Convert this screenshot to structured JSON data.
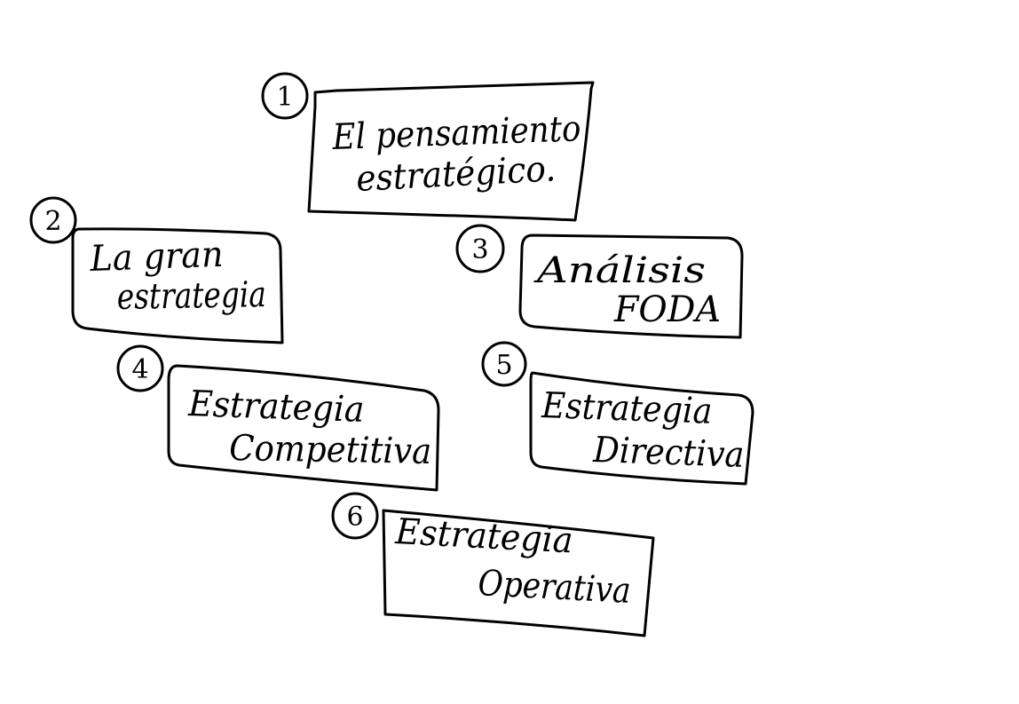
{
  "diagram": {
    "stroke_color": "#000000",
    "background_color": "#ffffff",
    "nodes": [
      {
        "number": "1",
        "lines": [
          "El pensamiento",
          "estratégico."
        ]
      },
      {
        "number": "2",
        "lines": [
          "La gran",
          "estrategia"
        ]
      },
      {
        "number": "3",
        "lines": [
          "Análisis",
          "FODA"
        ]
      },
      {
        "number": "4",
        "lines": [
          "Estrategia",
          "Competitiva"
        ]
      },
      {
        "number": "5",
        "lines": [
          "Estrategia",
          "Directiva"
        ]
      },
      {
        "number": "6",
        "lines": [
          "Estrategia",
          "Operativa"
        ]
      }
    ]
  }
}
